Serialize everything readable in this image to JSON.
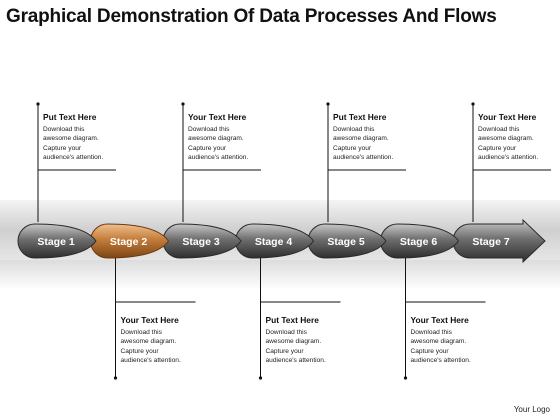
{
  "title": "Graphical Demonstration Of Data Processes And Flows",
  "stages": [
    {
      "label": "Stage 1",
      "color": "gray"
    },
    {
      "label": "Stage 2",
      "color": "orange"
    },
    {
      "label": "Stage 3",
      "color": "gray"
    },
    {
      "label": "Stage 4",
      "color": "gray"
    },
    {
      "label": "Stage 5",
      "color": "gray"
    },
    {
      "label": "Stage 6",
      "color": "gray"
    },
    {
      "label": "Stage 7",
      "color": "gray"
    }
  ],
  "callouts_top": [
    {
      "heading": "Put Text Here",
      "lines": [
        "Download this",
        "awesome diagram.",
        "Capture your",
        "audience's attention."
      ]
    },
    {
      "heading": "Your Text Here",
      "lines": [
        "Download this",
        "awesome diagram.",
        "Capture your",
        "audience's attention."
      ]
    },
    {
      "heading": "Put Text Here",
      "lines": [
        "Download this",
        "awesome diagram.",
        "Capture your",
        "audience's attention."
      ]
    },
    {
      "heading": "Your Text Here",
      "lines": [
        "Download this",
        "awesome diagram.",
        "Capture your",
        "audience's attention."
      ]
    }
  ],
  "callouts_bottom": [
    {
      "heading": "Your Text Here",
      "lines": [
        "Download this",
        "awesome diagram.",
        "Capture your",
        "audience's attention."
      ]
    },
    {
      "heading": "Put Text Here",
      "lines": [
        "Download this",
        "awesome diagram.",
        "Capture your",
        "audience's attention."
      ]
    },
    {
      "heading": "Your Text Here",
      "lines": [
        "Download this",
        "awesome diagram.",
        "Capture your",
        "audience's attention."
      ]
    }
  ],
  "logo": "Your Logo",
  "colors": {
    "gray_light": "#b5b5b5",
    "gray_dark": "#3a3a3a",
    "orange_light": "#e6b07c",
    "orange_dark": "#9a5a22",
    "stage_text": "#ffffff",
    "connector": "#111111"
  }
}
